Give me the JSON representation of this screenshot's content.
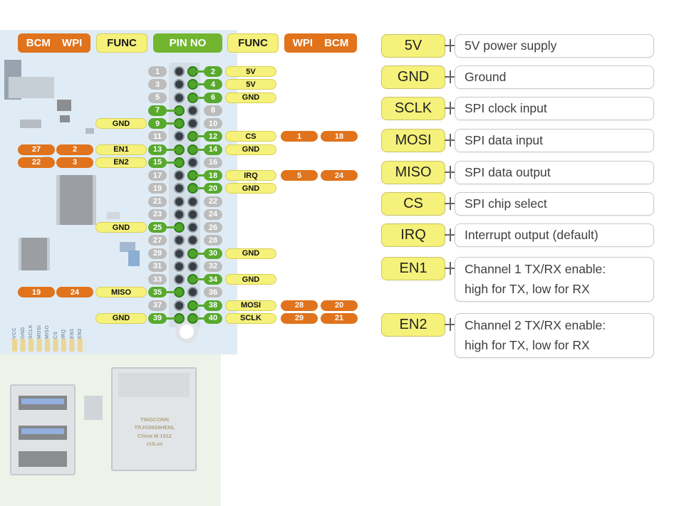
{
  "colors": {
    "orange": "#E0731C",
    "yellow": "#F5F17A",
    "green_header": "#71B62E",
    "green_pin": "#58A92E",
    "gray_pin": "#BCBCBC"
  },
  "pinout": {
    "header": {
      "bcm_left": "BCM",
      "wpi_left": "WPI",
      "func_left": "FUNC",
      "pin_no": "PIN NO",
      "func_right": "FUNC",
      "wpi_right": "WPI",
      "bcm_right": "BCM"
    },
    "rows": [
      {
        "odd": {
          "pin": "1",
          "active": false
        },
        "even": {
          "pin": "2",
          "active": true,
          "func": "5V"
        }
      },
      {
        "odd": {
          "pin": "3",
          "active": false
        },
        "even": {
          "pin": "4",
          "active": true,
          "func": "5V"
        }
      },
      {
        "odd": {
          "pin": "5",
          "active": false
        },
        "even": {
          "pin": "6",
          "active": true,
          "func": "GND"
        }
      },
      {
        "odd": {
          "pin": "7",
          "active": true
        },
        "even": {
          "pin": "8",
          "active": false
        }
      },
      {
        "odd": {
          "pin": "9",
          "active": true,
          "func": "GND"
        },
        "even": {
          "pin": "10",
          "active": false
        }
      },
      {
        "odd": {
          "pin": "11",
          "active": false
        },
        "even": {
          "pin": "12",
          "active": true,
          "func": "CS",
          "wpi": "1",
          "bcm": "18"
        }
      },
      {
        "odd": {
          "pin": "13",
          "active": true,
          "func": "EN1",
          "bcm": "27",
          "wpi": "2"
        },
        "even": {
          "pin": "14",
          "active": true,
          "func": "GND"
        }
      },
      {
        "odd": {
          "pin": "15",
          "active": true,
          "func": "EN2",
          "bcm": "22",
          "wpi": "3"
        },
        "even": {
          "pin": "16",
          "active": false
        }
      },
      {
        "odd": {
          "pin": "17",
          "active": false
        },
        "even": {
          "pin": "18",
          "active": true,
          "func": "IRQ",
          "wpi": "5",
          "bcm": "24"
        }
      },
      {
        "odd": {
          "pin": "19",
          "active": false
        },
        "even": {
          "pin": "20",
          "active": true,
          "func": "GND"
        }
      },
      {
        "odd": {
          "pin": "21",
          "active": false
        },
        "even": {
          "pin": "22",
          "active": false
        }
      },
      {
        "odd": {
          "pin": "23",
          "active": false
        },
        "even": {
          "pin": "24",
          "active": false
        }
      },
      {
        "odd": {
          "pin": "25",
          "active": true,
          "func": "GND"
        },
        "even": {
          "pin": "26",
          "active": false
        }
      },
      {
        "odd": {
          "pin": "27",
          "active": false
        },
        "even": {
          "pin": "28",
          "active": false
        }
      },
      {
        "odd": {
          "pin": "29",
          "active": false
        },
        "even": {
          "pin": "30",
          "active": true,
          "func": "GND"
        }
      },
      {
        "odd": {
          "pin": "31",
          "active": false
        },
        "even": {
          "pin": "32",
          "active": false
        }
      },
      {
        "odd": {
          "pin": "33",
          "active": false
        },
        "even": {
          "pin": "34",
          "active": true,
          "func": "GND"
        }
      },
      {
        "odd": {
          "pin": "35",
          "active": true,
          "func": "MISO",
          "bcm": "19",
          "wpi": "24"
        },
        "even": {
          "pin": "36",
          "active": false
        }
      },
      {
        "odd": {
          "pin": "37",
          "active": false
        },
        "even": {
          "pin": "38",
          "active": true,
          "func": "MOSI",
          "wpi": "28",
          "bcm": "20"
        }
      },
      {
        "odd": {
          "pin": "39",
          "active": true,
          "func": "GND"
        },
        "even": {
          "pin": "40",
          "active": true,
          "func": "SCLK",
          "wpi": "29",
          "bcm": "21"
        }
      }
    ]
  },
  "legend": [
    {
      "signal": "5V",
      "desc_lines": [
        "5V power supply"
      ]
    },
    {
      "signal": "GND",
      "desc_lines": [
        "Ground"
      ]
    },
    {
      "signal": "SCLK",
      "desc_lines": [
        "SPI clock input"
      ]
    },
    {
      "signal": "MOSI",
      "desc_lines": [
        "SPI data input"
      ]
    },
    {
      "signal": "MISO",
      "desc_lines": [
        "SPI data output"
      ]
    },
    {
      "signal": "CS",
      "desc_lines": [
        "SPI chip select"
      ]
    },
    {
      "signal": "IRQ",
      "desc_lines": [
        "Interrupt output (default)"
      ]
    },
    {
      "signal": "EN1",
      "desc_lines": [
        "Channel 1 TX/RX enable:",
        "high for TX, low for RX"
      ]
    },
    {
      "signal": "EN2",
      "desc_lines": [
        "Channel 2 TX/RX enable:",
        "high for TX, low for RX"
      ]
    }
  ],
  "board": {
    "silkscreen_pin_labels": [
      "VCC",
      "GND",
      "SCLK",
      "MOSI",
      "MISO",
      "CS",
      "IRQ",
      "EN1",
      "EN2"
    ],
    "ethernet_jack_text": [
      "TINGCONN",
      "TRJG0926HENL",
      "China M 1912",
      "cULus"
    ]
  }
}
